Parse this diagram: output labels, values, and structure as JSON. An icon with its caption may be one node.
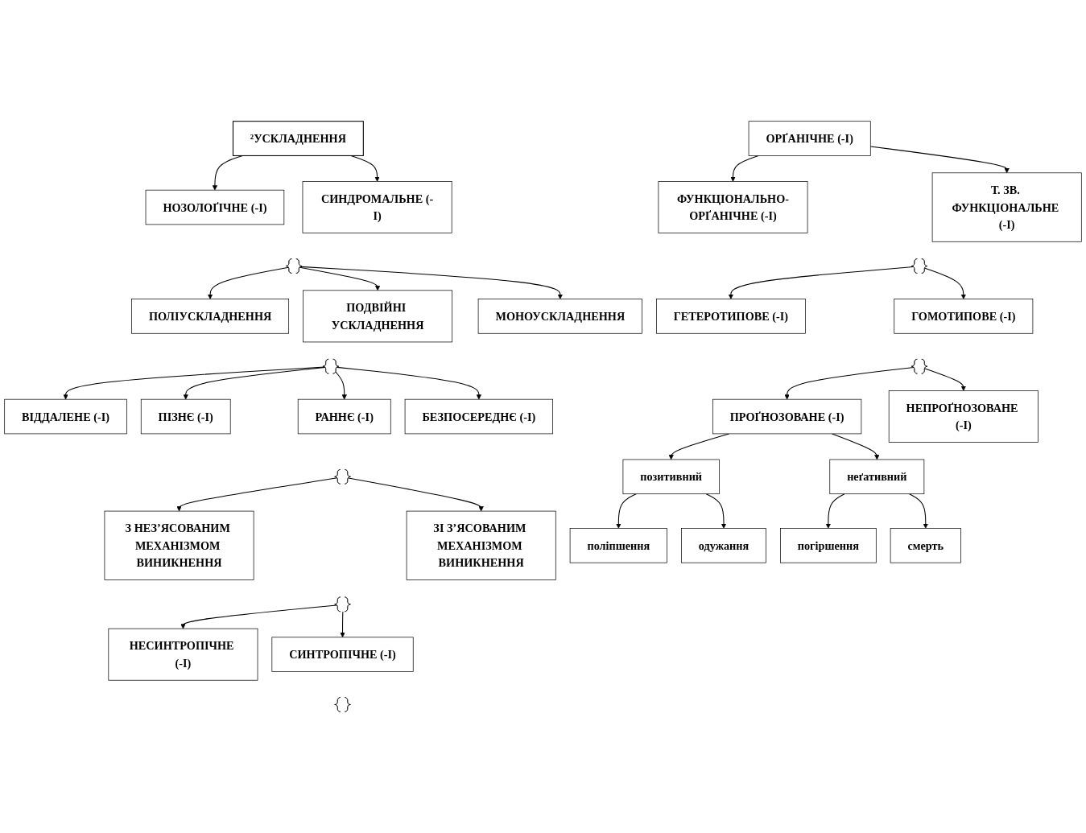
{
  "diagram": {
    "nodes": [
      {
        "text": [
          "²УСКЛАДНЕННЯ"
        ]
      },
      {
        "text": [
          "СИНДРОМАЛЬНЕ (-І)"
        ]
      },
      {
        "text": [
          "НОЗОЛОҐІЧНЕ (-І)"
        ]
      },
      {
        "text": [],
        "shape": "brace"
      },
      {
        "text": [
          "МОНОУСКЛАДНЕННЯ"
        ]
      },
      {
        "text": [
          "ПОДВІЙНІ УСКЛАДНЕННЯ"
        ]
      },
      {
        "text": [
          "ПОЛІУСКЛАДНЕННЯ"
        ]
      },
      {
        "text": [],
        "shape": "brace"
      },
      {
        "text": [
          "БЕЗПОСЕРЕДНЄ (-І)"
        ]
      },
      {
        "text": [
          "РАННЄ (-І)"
        ]
      },
      {
        "text": [
          "ПІЗНЄ (-І)"
        ]
      },
      {
        "text": [
          "ВІДДАЛЕНЕ (-І)"
        ]
      },
      {
        "text": [],
        "shape": "brace"
      },
      {
        "text": [
          "ЗІ З’ЯСОВАНИМ МЕХАНІЗМОМ ВИНИКНЕННЯ"
        ]
      },
      {
        "text": [
          "З НЕЗ’ЯСОВАНИМ МЕХАНІЗМОМ ВИНИКНЕННЯ"
        ]
      },
      {
        "text": [],
        "shape": "brace"
      },
      {
        "text": [
          "СИНТРОПІЧНЕ (-І)"
        ]
      },
      {
        "text": [
          "НЕСИНТРОПІЧНЕ (-І)"
        ]
      },
      {
        "text": [],
        "shape": "brace"
      },
      {
        "text": [
          "Т. ЗВ. ФУНКЦІОНАЛЬНЕ (-І)"
        ]
      },
      {
        "text": [
          "ОРҐАНІЧНЕ (-І)"
        ]
      },
      {
        "text": [
          "ФУНКЦІОНАЛЬНО-ОРҐАНІЧНЕ (-І)"
        ]
      },
      {
        "text": [],
        "shape": "brace"
      },
      {
        "text": [
          "ГОМОТИПОВЕ (-І)"
        ]
      },
      {
        "text": [
          "ГЕТЕРОТИПОВЕ (-І)"
        ]
      },
      {
        "text": [],
        "shape": "brace"
      },
      {
        "text": [
          "ПРОҐНОЗОВАНЕ (-І)"
        ]
      },
      {
        "text": [
          "НЕПРОҐНОЗОВАНЕ (-І)"
        ]
      },
      {
        "text": [
          "позитивний"
        ]
      },
      {
        "text": [
          "неґативний"
        ]
      },
      {
        "text": [
          "поліпшення"
        ]
      },
      {
        "text": [
          "одужання"
        ]
      },
      {
        "text": [
          "погіршення"
        ]
      },
      {
        "text": [
          "смерть"
        ]
      }
    ],
    "edges": [
      {
        "from": 0,
        "to": 1,
        "arrow": "to"
      },
      {
        "from": 0,
        "to": 2,
        "arrow": "to"
      },
      {
        "from": 3,
        "to": 4,
        "arrow": "to"
      },
      {
        "from": 3,
        "to": 5,
        "arrow": "to"
      },
      {
        "from": 3,
        "to": 6,
        "arrow": "to"
      },
      {
        "from": 7,
        "to": 8,
        "arrow": "to"
      },
      {
        "from": 7,
        "to": 9,
        "arrow": "to"
      },
      {
        "from": 7,
        "to": 10,
        "arrow": "to"
      },
      {
        "from": 7,
        "to": 11,
        "arrow": "to"
      },
      {
        "from": 12,
        "to": 13,
        "arrow": "to"
      },
      {
        "from": 12,
        "to": 14,
        "arrow": "to"
      },
      {
        "from": 15,
        "to": 16,
        "arrow": "to"
      },
      {
        "from": 15,
        "to": 17,
        "arrow": "to"
      },
      {
        "from": 20,
        "to": 19,
        "arrow": "to"
      },
      {
        "from": 20,
        "to": 21,
        "arrow": "to"
      },
      {
        "from": 22,
        "to": 23,
        "arrow": "to"
      },
      {
        "from": 22,
        "to": 24,
        "arrow": "to"
      },
      {
        "from": 25,
        "to": 26,
        "arrow": "to"
      },
      {
        "from": 25,
        "to": 27,
        "arrow": "to"
      },
      {
        "from": 26,
        "to": 28,
        "arrow": "to"
      },
      {
        "from": 26,
        "to": 29,
        "arrow": "to"
      },
      {
        "from": 28,
        "to": 30,
        "arrow": "to"
      },
      {
        "from": 28,
        "to": 31,
        "arrow": "to"
      },
      {
        "from": 29,
        "to": 32,
        "arrow": "to"
      },
      {
        "from": 29,
        "to": 33,
        "arrow": "to"
      }
    ]
  }
}
